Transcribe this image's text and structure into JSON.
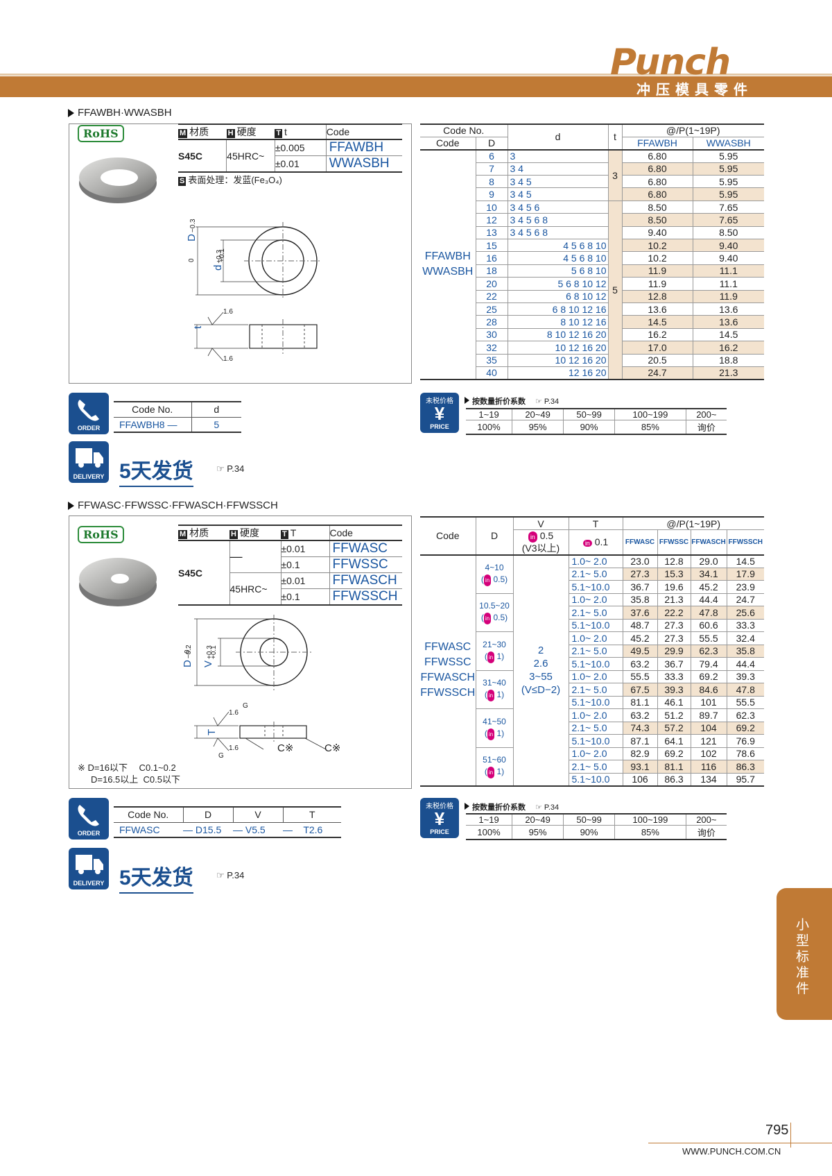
{
  "header": {
    "logo": "Punch",
    "subtitle": "冲压模具零件"
  },
  "sec1": {
    "title": "FFAWBH·WWASBH",
    "rohs": "RoHS",
    "spec_headers": {
      "material": "材质",
      "hardness": "硬度",
      "t": "t",
      "code": "Code"
    },
    "spec_icons": {
      "m": "M",
      "h": "H",
      "t": "T"
    },
    "material": "S45C",
    "hardness": "45HRC~",
    "rows": [
      {
        "tol": "±0.005",
        "code": "FFAWBH"
      },
      {
        "tol": "±0.01",
        "code": "WWASBH"
      }
    ],
    "surface": "表面处理：发蓝(Fe₃O₄)",
    "surface_icon": "S",
    "drawing": {
      "D_label": "D",
      "D_tol_top": "0",
      "D_tol_bot": "−0.3",
      "d_label": "d",
      "d_tol_top": "+0.3",
      "d_tol_bot": "+0.1",
      "t_label": "t",
      "rough": "1.6"
    },
    "table_headers": {
      "code_no": "Code No.",
      "code": "Code",
      "D": "D",
      "d": "d",
      "t": "t",
      "price": "@/P(1~19P)",
      "c1": "FFAWBH",
      "c2": "WWASBH"
    },
    "codes": [
      "FFAWBH",
      "WWASBH"
    ],
    "t_values": [
      "3",
      "5"
    ],
    "rows_data": [
      {
        "D": "6",
        "d": "3",
        "p1": "6.80",
        "p2": "5.95"
      },
      {
        "D": "7",
        "d": "3 4",
        "p1": "6.80",
        "p2": "5.95"
      },
      {
        "D": "8",
        "d": "3 4 5",
        "p1": "6.80",
        "p2": "5.95"
      },
      {
        "D": "9",
        "d": "3 4 5",
        "p1": "6.80",
        "p2": "5.95"
      },
      {
        "D": "10",
        "d": "3 4 5 6",
        "p1": "8.50",
        "p2": "7.65"
      },
      {
        "D": "12",
        "d": "3 4 5 6 8",
        "p1": "8.50",
        "p2": "7.65"
      },
      {
        "D": "13",
        "d": "3 4 5 6 8",
        "p1": "9.40",
        "p2": "8.50"
      },
      {
        "D": "15",
        "d": "4 5 6 8 10",
        "p1": "10.2",
        "p2": "9.40"
      },
      {
        "D": "16",
        "d": "4 5 6 8 10",
        "p1": "10.2",
        "p2": "9.40"
      },
      {
        "D": "18",
        "d": "5 6 8 10",
        "p1": "11.9",
        "p2": "11.1"
      },
      {
        "D": "20",
        "d": "5 6 8 10 12",
        "p1": "11.9",
        "p2": "11.1"
      },
      {
        "D": "22",
        "d": "6 8 10 12",
        "p1": "12.8",
        "p2": "11.9"
      },
      {
        "D": "25",
        "d": "6 8 10 12 16",
        "p1": "13.6",
        "p2": "13.6"
      },
      {
        "D": "28",
        "d": "8 10 12 16",
        "p1": "14.5",
        "p2": "13.6"
      },
      {
        "D": "30",
        "d": "8 10 12 16 20",
        "p1": "16.2",
        "p2": "14.5"
      },
      {
        "D": "32",
        "d": "10 12 16 20",
        "p1": "17.0",
        "p2": "16.2"
      },
      {
        "D": "35",
        "d": "10 12 16 20",
        "p1": "20.5",
        "p2": "18.8"
      },
      {
        "D": "40",
        "d": "12 16 20",
        "p1": "24.7",
        "p2": "21.3"
      }
    ],
    "order": {
      "h1": "Code No.",
      "h2": "d",
      "v1": "FFAWBH8",
      "dash": "—",
      "v2": "5",
      "label": "ORDER"
    },
    "price_box": {
      "tag": "未税价格",
      "label": "PRICE",
      "title": "按数量折价系数",
      "ref": "P.34",
      "qty": [
        "1~19",
        "20~49",
        "50~99",
        "100~199",
        "200~"
      ],
      "rate": [
        "100%",
        "95%",
        "90%",
        "85%",
        "询价"
      ]
    },
    "delivery": {
      "text": "5天发货",
      "ref": "P.34",
      "label": "DELIVERY"
    }
  },
  "sec2": {
    "title": "FFWASC·FFWSSC·FFWASCH·FFWSSCH",
    "rohs": "RoHS",
    "material": "S45C",
    "hardness_none": "—",
    "hardness": "45HRC~",
    "spec_headers": {
      "material": "材质",
      "hardness": "硬度",
      "T": "T",
      "code": "Code"
    },
    "rows": [
      {
        "tol": "±0.01",
        "code": "FFWASC"
      },
      {
        "tol": "±0.1",
        "code": "FFWSSC"
      },
      {
        "tol": "±0.01",
        "code": "FFWASCH"
      },
      {
        "tol": "±0.1",
        "code": "FFWSSCH"
      }
    ],
    "drawing": {
      "D_label": "D",
      "D_tol_top": "0",
      "D_tol_bot": "−0.2",
      "V_label": "V",
      "V_tol_top": "+0.3",
      "V_tol_bot": "+0.1",
      "T_label": "T",
      "rough": "1.6",
      "G": "G",
      "C1": "C※",
      "C2": "C※"
    },
    "note1": "※ D=16以下　 C0.1~0.2",
    "note2": "D=16.5以上  C0.5以下",
    "table_headers": {
      "code": "Code",
      "D": "D",
      "V": "V",
      "T": "T",
      "price": "@/P(1~19P)",
      "v_in": "0.5",
      "v_sub": "(V3以上)",
      "t_in": "0.1",
      "c1": "FFWASC",
      "c2": "FFWSSC",
      "c3": "FFWASCH",
      "c4": "FFWSSCH"
    },
    "codes": [
      "FFWASC",
      "FFWSSC",
      "FFWASCH",
      "FFWSSCH"
    ],
    "v_values": [
      "2",
      "2.6",
      "3~55",
      "(V≤D−2)"
    ],
    "groups": [
      {
        "D": "4~10",
        "inc": "0.5",
        "rows": [
          [
            "1.0~ 2.0",
            "23.0",
            "12.8",
            "29.0",
            "14.5"
          ],
          [
            "2.1~ 5.0",
            "27.3",
            "15.3",
            "34.1",
            "17.9"
          ],
          [
            "5.1~10.0",
            "36.7",
            "19.6",
            "45.2",
            "23.9"
          ]
        ]
      },
      {
        "D": "10.5~20",
        "inc": "0.5",
        "rows": [
          [
            "1.0~ 2.0",
            "35.8",
            "21.3",
            "44.4",
            "24.7"
          ],
          [
            "2.1~ 5.0",
            "37.6",
            "22.2",
            "47.8",
            "25.6"
          ],
          [
            "5.1~10.0",
            "48.7",
            "27.3",
            "60.6",
            "33.3"
          ]
        ]
      },
      {
        "D": "21~30",
        "inc": "1",
        "rows": [
          [
            "1.0~ 2.0",
            "45.2",
            "27.3",
            "55.5",
            "32.4"
          ],
          [
            "2.1~ 5.0",
            "49.5",
            "29.9",
            "62.3",
            "35.8"
          ],
          [
            "5.1~10.0",
            "63.2",
            "36.7",
            "79.4",
            "44.4"
          ]
        ]
      },
      {
        "D": "31~40",
        "inc": "1",
        "rows": [
          [
            "1.0~ 2.0",
            "55.5",
            "33.3",
            "69.2",
            "39.3"
          ],
          [
            "2.1~ 5.0",
            "67.5",
            "39.3",
            "84.6",
            "47.8"
          ],
          [
            "5.1~10.0",
            "81.1",
            "46.1",
            "101",
            "55.5"
          ]
        ]
      },
      {
        "D": "41~50",
        "inc": "1",
        "rows": [
          [
            "1.0~ 2.0",
            "63.2",
            "51.2",
            "89.7",
            "62.3"
          ],
          [
            "2.1~ 5.0",
            "74.3",
            "57.2",
            "104",
            "69.2"
          ],
          [
            "5.1~10.0",
            "87.1",
            "64.1",
            "121",
            "76.9"
          ]
        ]
      },
      {
        "D": "51~60",
        "inc": "1",
        "rows": [
          [
            "1.0~ 2.0",
            "82.9",
            "69.2",
            "102",
            "78.6"
          ],
          [
            "2.1~ 5.0",
            "93.1",
            "81.1",
            "116",
            "86.3"
          ],
          [
            "5.1~10.0",
            "106",
            "86.3",
            "134",
            "95.7"
          ]
        ]
      }
    ],
    "order": {
      "h1": "Code No.",
      "h2": "D",
      "h3": "V",
      "h4": "T",
      "v1": "FFWASC",
      "v2": "D15.5",
      "v3": "V5.5",
      "v4": "T2.6",
      "dash": "—",
      "label": "ORDER"
    },
    "price_box": {
      "tag": "未税价格",
      "label": "PRICE",
      "title": "按数量折价系数",
      "ref": "P.34",
      "qty": [
        "1~19",
        "20~49",
        "50~99",
        "100~199",
        "200~"
      ],
      "rate": [
        "100%",
        "95%",
        "90%",
        "85%",
        "询价"
      ]
    },
    "delivery": {
      "text": "5天发货",
      "ref": "P.34",
      "label": "DELIVERY"
    }
  },
  "side_tab": "小型标准件",
  "footer": {
    "page": "795",
    "url": "WWW.PUNCH.COM.CN"
  },
  "colors": {
    "brand": "#c07a35",
    "blue": "#1a56a0",
    "tan": "#f3e3cf",
    "icon": "#1b4f8f"
  }
}
